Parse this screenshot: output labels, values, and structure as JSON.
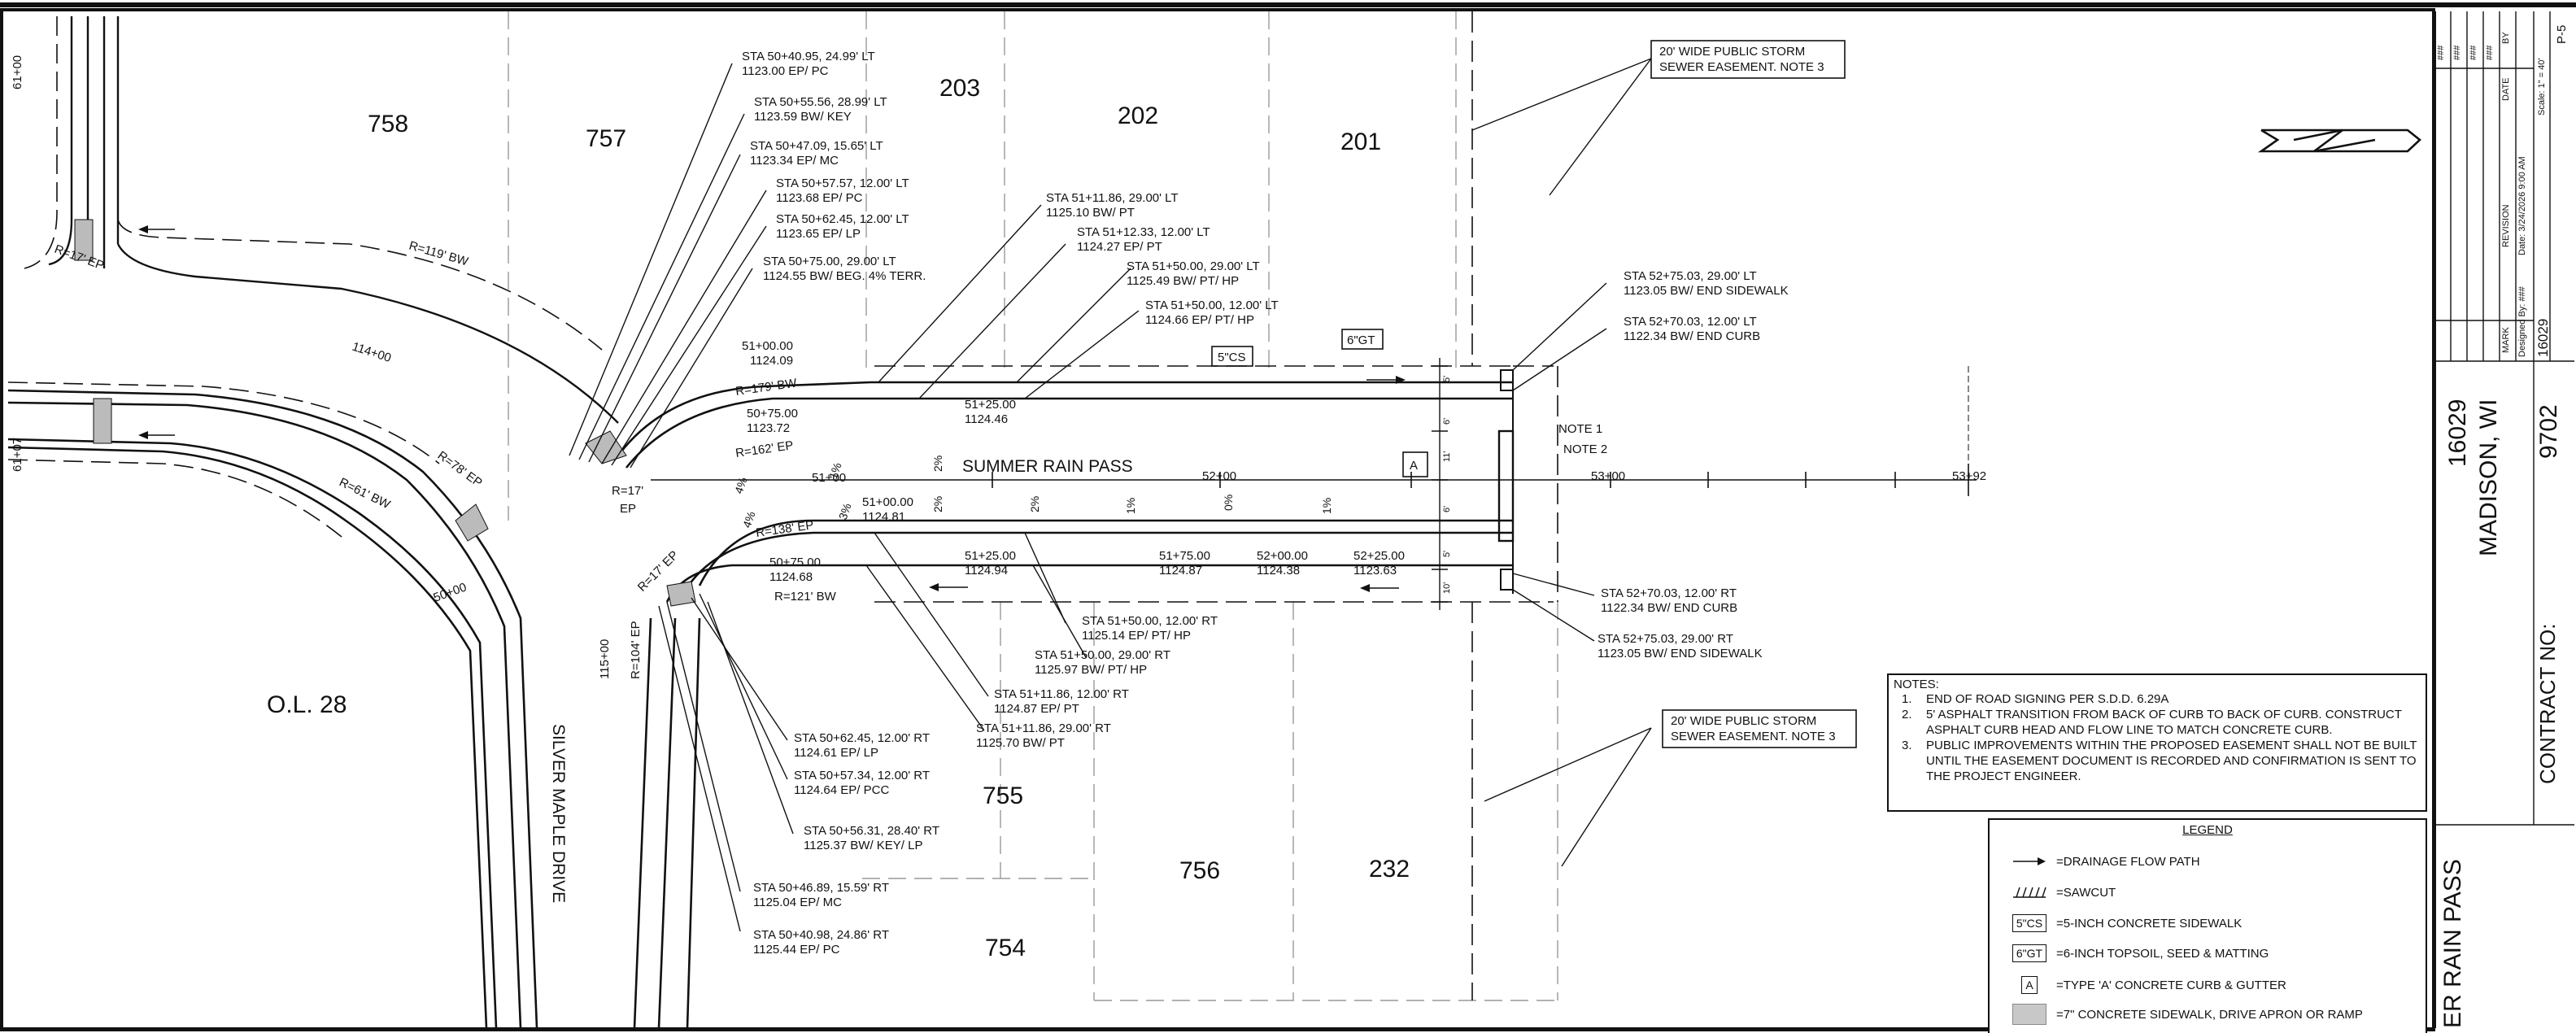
{
  "lots": {
    "l758": "758",
    "l757": "757",
    "l203": "203",
    "l202": "202",
    "l201": "201",
    "ol28": "O.L. 28",
    "l755": "755",
    "l756": "756",
    "l232": "232",
    "l754": "754"
  },
  "streets": {
    "summer_rain_pass": "SUMMER RAIN PASS",
    "silver_maple_drive": "SILVER MAPLE DRIVE"
  },
  "stations": {
    "s6100": "61+00",
    "s11400": "114+00",
    "s5100": "51+00",
    "s5000": "50+00",
    "s11500": "115+00",
    "s5200": "52+00",
    "s5300": "53+00",
    "s5392": "53+92",
    "s6107": "61+07"
  },
  "radii": {
    "r17ep_top": "R=17' EP",
    "r119bw": "R=119' BW",
    "r179bw": "R=179' BW",
    "r162ep": "R=162' EP",
    "r78ep": "R=78' EP",
    "r61bw": "R=61' BW",
    "r17": "R=17'",
    "ep": "EP",
    "r138ep": "R=138' EP",
    "r17ep_low": "R=17' EP",
    "r121bw": "R=121' BW",
    "r104ep": "R=104' EP"
  },
  "slopes": {
    "s2a": "2%",
    "s2b": "2%",
    "s2c": "2%",
    "s4a": "4%",
    "s4b": "4%",
    "s3": "3%",
    "s1a": "1%",
    "s1b": "1%",
    "s0": "0%",
    "s1c": "1%"
  },
  "dims": {
    "d5a": "5'",
    "d6a": "6'",
    "d11": "11'",
    "d6b": "6'",
    "d5b": "5'",
    "d10": "10'"
  },
  "callouts_left": [
    {
      "sta": "STA 50+40.95, 24.99' LT",
      "val": "1123.00 EP/ PC"
    },
    {
      "sta": "STA 50+55.56, 28.99' LT",
      "val": "1123.59 BW/ KEY"
    },
    {
      "sta": "STA 50+47.09, 15.65' LT",
      "val": "1123.34 EP/ MC"
    },
    {
      "sta": "STA 50+57.57, 12.00' LT",
      "val": "1123.68 EP/ PC"
    },
    {
      "sta": "STA 50+62.45, 12.00' LT",
      "val": "1123.65 EP/ LP"
    },
    {
      "sta": "STA 50+75.00, 29.00' LT",
      "val": "1124.55 BW/ BEG. 4% TERR."
    }
  ],
  "callouts_mid_top": [
    {
      "sta": "STA 51+11.86, 29.00' LT",
      "val": "1125.10 BW/ PT"
    },
    {
      "sta": "STA 51+12.33, 12.00' LT",
      "val": "1124.27 EP/ PT"
    },
    {
      "sta": "STA 51+50.00, 29.00' LT",
      "val": "1125.49 BW/ PT/ HP"
    },
    {
      "sta": "STA 51+50.00, 12.00' LT",
      "val": "1124.66 EP/ PT/ HP"
    }
  ],
  "callouts_right": [
    {
      "sta": "STA 52+75.03, 29.00' LT",
      "val": "1123.05 BW/ END SIDEWALK"
    },
    {
      "sta": "STA 52+70.03, 12.00' LT",
      "val": "1122.34 BW/ END CURB"
    },
    {
      "sta": "STA 52+70.03, 12.00' RT",
      "val": "1122.34 BW/ END CURB"
    },
    {
      "sta": "STA 52+75.03, 29.00' RT",
      "val": "1123.05 BW/ END SIDEWALK"
    }
  ],
  "callouts_mid_bottom": [
    {
      "sta": "STA 51+50.00, 12.00' RT",
      "val": "1125.14 EP/ PT/ HP"
    },
    {
      "sta": "STA 51+50.00, 29.00' RT",
      "val": "1125.97 BW/ PT/ HP"
    },
    {
      "sta": "STA 51+11.86, 12.00' RT",
      "val": "1124.87 EP/ PT"
    },
    {
      "sta": "STA 51+11.86, 29.00' RT",
      "val": "1125.70 BW/ PT"
    }
  ],
  "callouts_left_bottom": [
    {
      "sta": "STA 50+62.45, 12.00' RT",
      "val": "1124.61 EP/ LP"
    },
    {
      "sta": "STA 50+57.34, 12.00' RT",
      "val": "1124.64 EP/ PCC"
    },
    {
      "sta": "STA 50+56.31, 28.40' RT",
      "val": "1125.37 BW/ KEY/ LP"
    },
    {
      "sta": "STA 50+46.89, 15.59' RT",
      "val": "1125.04 EP/ MC"
    },
    {
      "sta": "STA 50+40.98, 24.86' RT",
      "val": "1125.44 EP/ PC"
    }
  ],
  "profile_points": [
    {
      "sta": "51+00.00",
      "val": "1124.09"
    },
    {
      "sta": "50+75.00",
      "val": "1123.72"
    },
    {
      "sta": "51+25.00",
      "val": "1124.46"
    },
    {
      "sta": "51+00.00",
      "val": "1124.81"
    },
    {
      "sta": "50+75.00",
      "val": "1124.68"
    },
    {
      "sta": "51+25.00",
      "val": "1124.94"
    },
    {
      "sta": "51+75.00",
      "val": "1124.87"
    },
    {
      "sta": "52+00.00",
      "val": "1124.38"
    },
    {
      "sta": "52+25.00",
      "val": "1123.63"
    }
  ],
  "tags": {
    "cs": "5\"CS",
    "gt": "6\"GT",
    "a": "A"
  },
  "note_refs": {
    "n1": "NOTE 1",
    "n2": "NOTE 2"
  },
  "easement": {
    "top": [
      "20' WIDE PUBLIC STORM",
      "SEWER EASEMENT. NOTE 3"
    ],
    "bottom": [
      "20' WIDE PUBLIC STORM",
      "SEWER EASEMENT. NOTE 3"
    ]
  },
  "notes": {
    "heading": "NOTES:",
    "items": [
      {
        "num": "1.",
        "text": "END OF ROAD SIGNING PER S.D.D. 6.29A"
      },
      {
        "num": "2.",
        "text": "5' ASPHALT TRANSITION FROM BACK OF CURB TO BACK OF CURB. CONSTRUCT ASPHALT CURB HEAD AND FLOW LINE TO MATCH CONCRETE CURB."
      },
      {
        "num": "3.",
        "text": "PUBLIC IMPROVEMENTS WITHIN THE PROPOSED EASEMENT SHALL NOT BE BUILT UNTIL THE EASEMENT DOCUMENT IS RECORDED AND CONFIRMATION IS SENT TO THE PROJECT ENGINEER."
      }
    ]
  },
  "legend": {
    "title": "LEGEND",
    "items": [
      {
        "sym": "",
        "text": "=DRAINAGE FLOW PATH"
      },
      {
        "sym": "",
        "text": "=SAWCUT"
      },
      {
        "sym": "5\"CS",
        "text": "=5-INCH CONCRETE SIDEWALK"
      },
      {
        "sym": "6\"GT",
        "text": "=6-INCH TOPSOIL, SEED & MATTING"
      },
      {
        "sym": "A",
        "text": "=TYPE 'A' CONCRETE CURB & GUTTER"
      },
      {
        "sym": "",
        "text": "=7\" CONCRETE SIDEWALK, DRIVE APRON OR RAMP"
      }
    ]
  },
  "title_block": {
    "revision_hdr": [
      "###",
      "###",
      "###",
      "###"
    ],
    "col_headers": {
      "mark": "MARK",
      "revision": "REVISION",
      "date": "DATE",
      "by": "BY"
    },
    "designed_by": "Designed By: ###",
    "date": "Date: 3/24/2026 9:00 AM",
    "scale": "Scale: 1\" = 40'",
    "sheet": "P-5",
    "project_no_small": "16029",
    "project_no": "16029",
    "city": "MADISON, WI",
    "contract_label": "CONTRACT NO:",
    "contract_no": "9702",
    "street_name": "ER RAIN PASS"
  },
  "north_arrow_label": "N"
}
